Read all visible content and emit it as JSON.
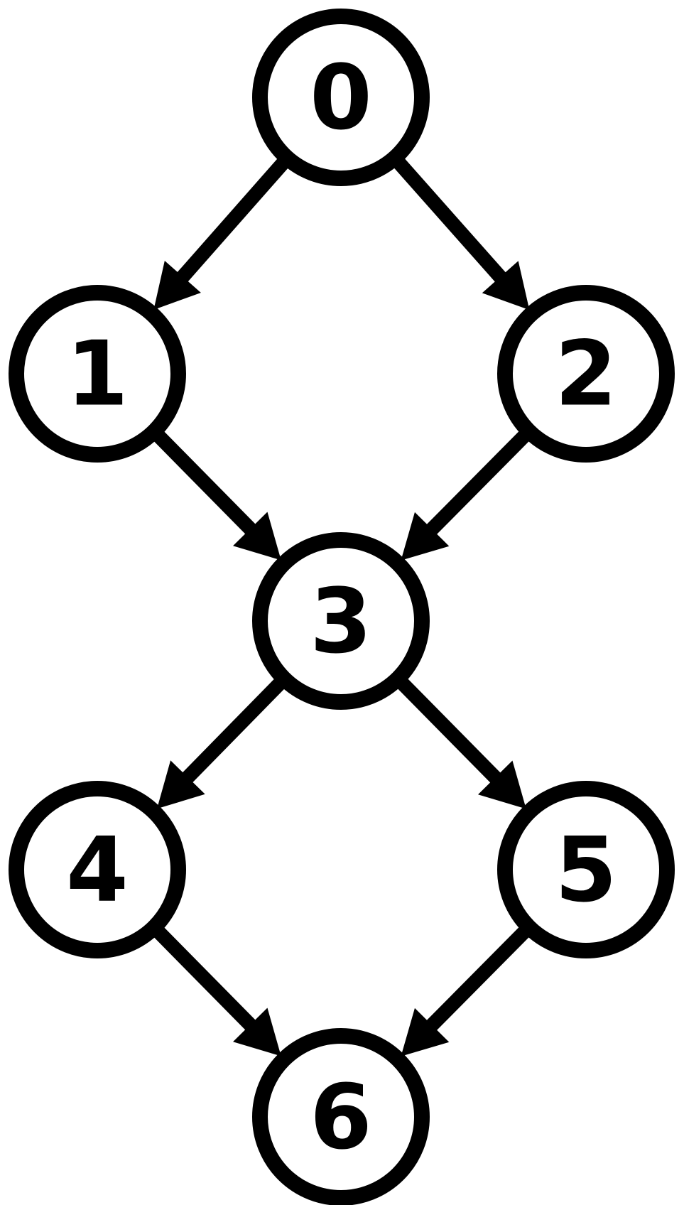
{
  "diagram": {
    "type": "directed-graph",
    "nodes": [
      {
        "id": "n0",
        "label": "0"
      },
      {
        "id": "n1",
        "label": "1"
      },
      {
        "id": "n2",
        "label": "2"
      },
      {
        "id": "n3",
        "label": "3"
      },
      {
        "id": "n4",
        "label": "4"
      },
      {
        "id": "n5",
        "label": "5"
      },
      {
        "id": "n6",
        "label": "6"
      }
    ],
    "edges": [
      {
        "from": "0",
        "to": "1"
      },
      {
        "from": "0",
        "to": "2"
      },
      {
        "from": "1",
        "to": "3"
      },
      {
        "from": "2",
        "to": "3"
      },
      {
        "from": "3",
        "to": "4"
      },
      {
        "from": "3",
        "to": "5"
      },
      {
        "from": "4",
        "to": "6"
      },
      {
        "from": "5",
        "to": "6"
      }
    ],
    "colors": {
      "stroke": "#000000",
      "fill": "#ffffff",
      "background": "#ffffff"
    }
  }
}
